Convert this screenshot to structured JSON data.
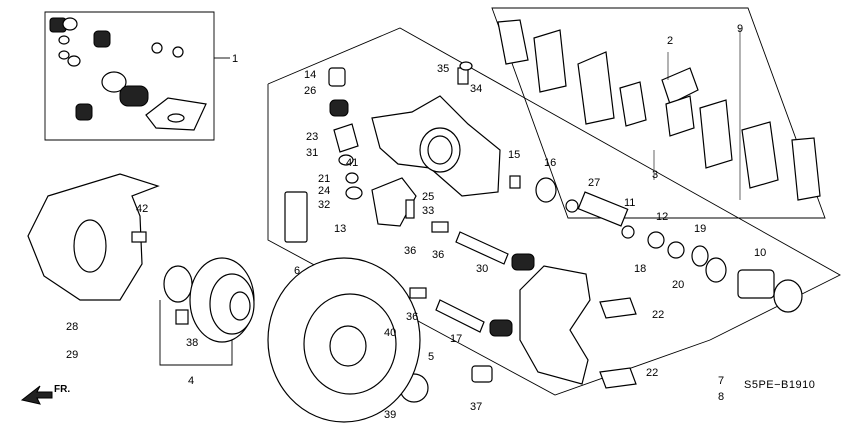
{
  "diagram": {
    "code": "S5PE−B1910",
    "direction_label": "FR.",
    "callouts": [
      "1",
      "2",
      "3",
      "4",
      "5",
      "6",
      "7",
      "8",
      "9",
      "10",
      "11",
      "12",
      "13",
      "14",
      "15",
      "16",
      "17",
      "18",
      "19",
      "20",
      "21",
      "22",
      "22",
      "23",
      "24",
      "25",
      "26",
      "27",
      "28",
      "29",
      "30",
      "31",
      "32",
      "33",
      "34",
      "35",
      "36",
      "36",
      "36",
      "37",
      "38",
      "39",
      "40",
      "41",
      "42"
    ]
  }
}
